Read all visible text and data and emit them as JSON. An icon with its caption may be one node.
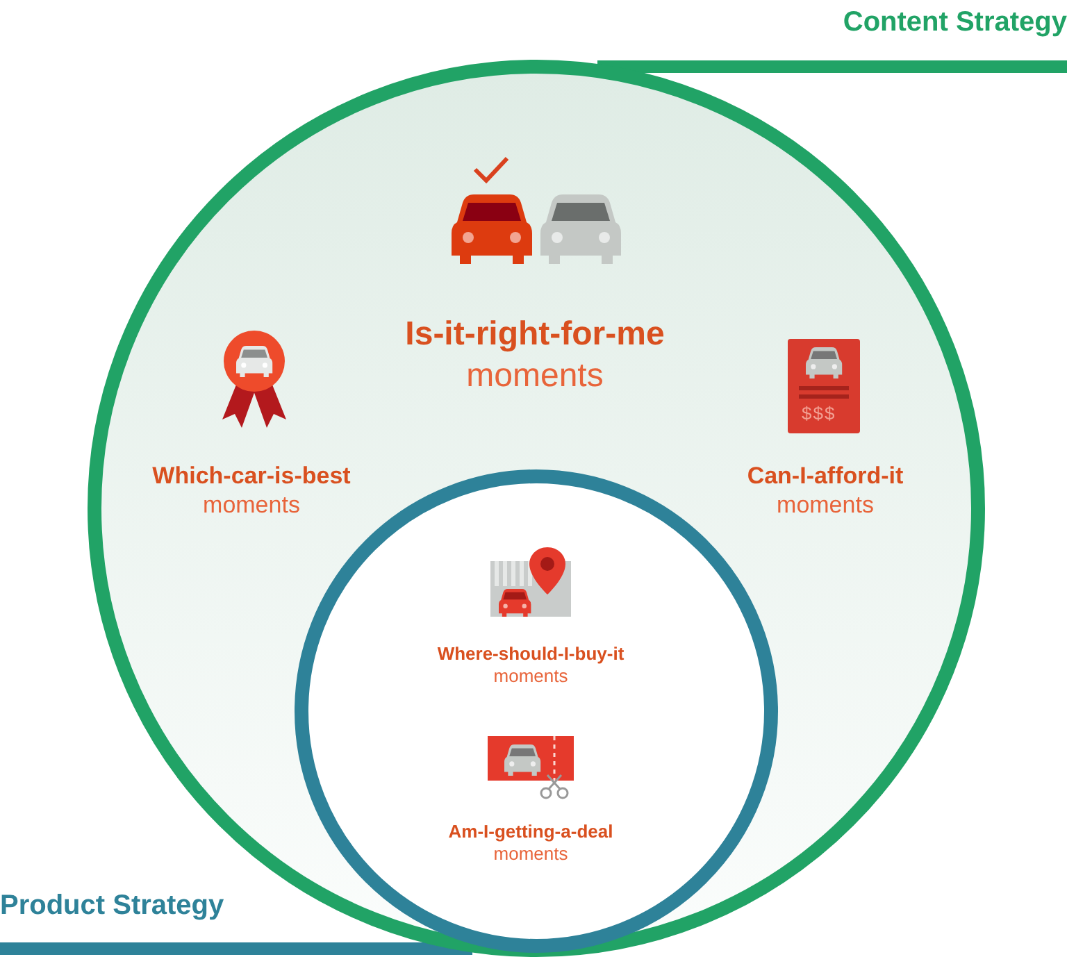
{
  "diagram": {
    "nodes": [
      {
        "text": [
          "Content Strategy",
          "**Is-it-right-for-me** moments",
          "**Which-car-is-best** moments",
          "**Can-I-afford-it** moments"
        ]
      },
      {
        "text": [
          "Product Strategy",
          "**Where-should-I-buy-it** moments",
          "**Am-I-getting-a-deal** moments"
        ],
        "in": 0
      }
    ],
    "edges": [],
    "labels": [
      "$$$"
    ]
  }
}
